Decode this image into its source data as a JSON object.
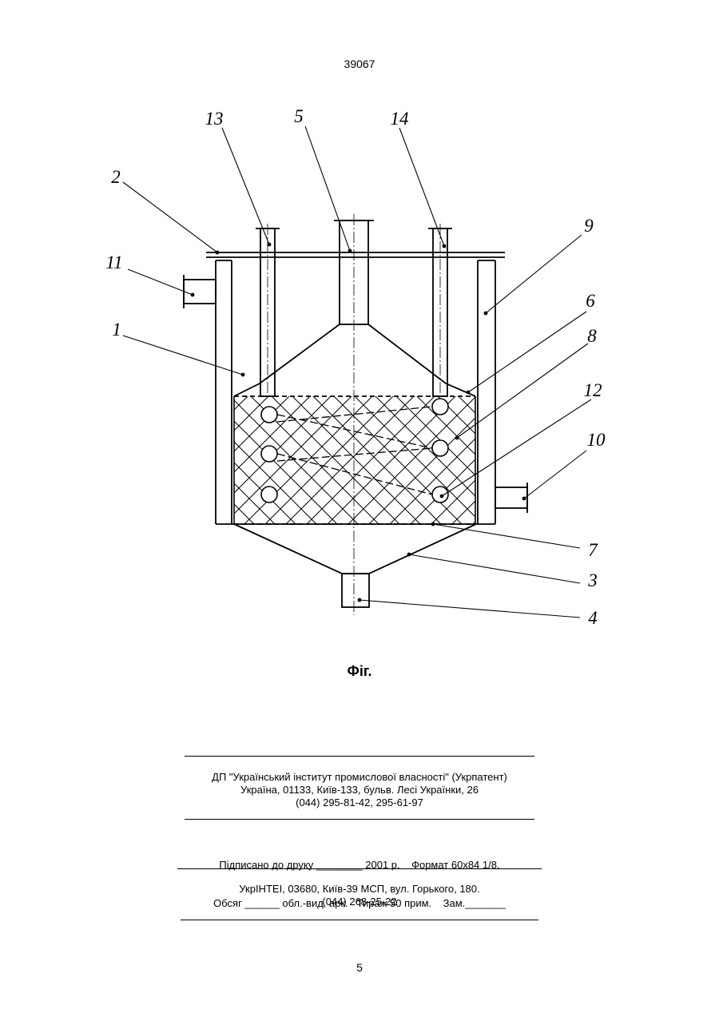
{
  "header": {
    "patent_number": "39067"
  },
  "figure": {
    "labels": [
      "13",
      "5",
      "14",
      "2",
      "9",
      "11",
      "6",
      "8",
      "1",
      "12",
      "10",
      "7",
      "3",
      "4"
    ],
    "caption": "Фіг."
  },
  "publisher": {
    "line1": "ДП \"Український інститут промислової власності\" (Укрпатент)",
    "line2": "Україна, 01133, Київ-133, бульв. Лесі Українки, 26",
    "line3": "(044) 295-81-42, 295-61-97"
  },
  "print_info": {
    "line1": "Підписано до друку ________ 2001 р.    Формат 60х84 1/8.",
    "line2": "Обсяг ______ обл.-вид. арк.   Тираж 50 прим.    Зам._______"
  },
  "printer": {
    "line1": "УкрІНТЕІ, 03680, Київ-39 МСП, вул. Горького, 180.",
    "line2": "(044) 268-25-22"
  },
  "footer": {
    "page_number": "5"
  }
}
